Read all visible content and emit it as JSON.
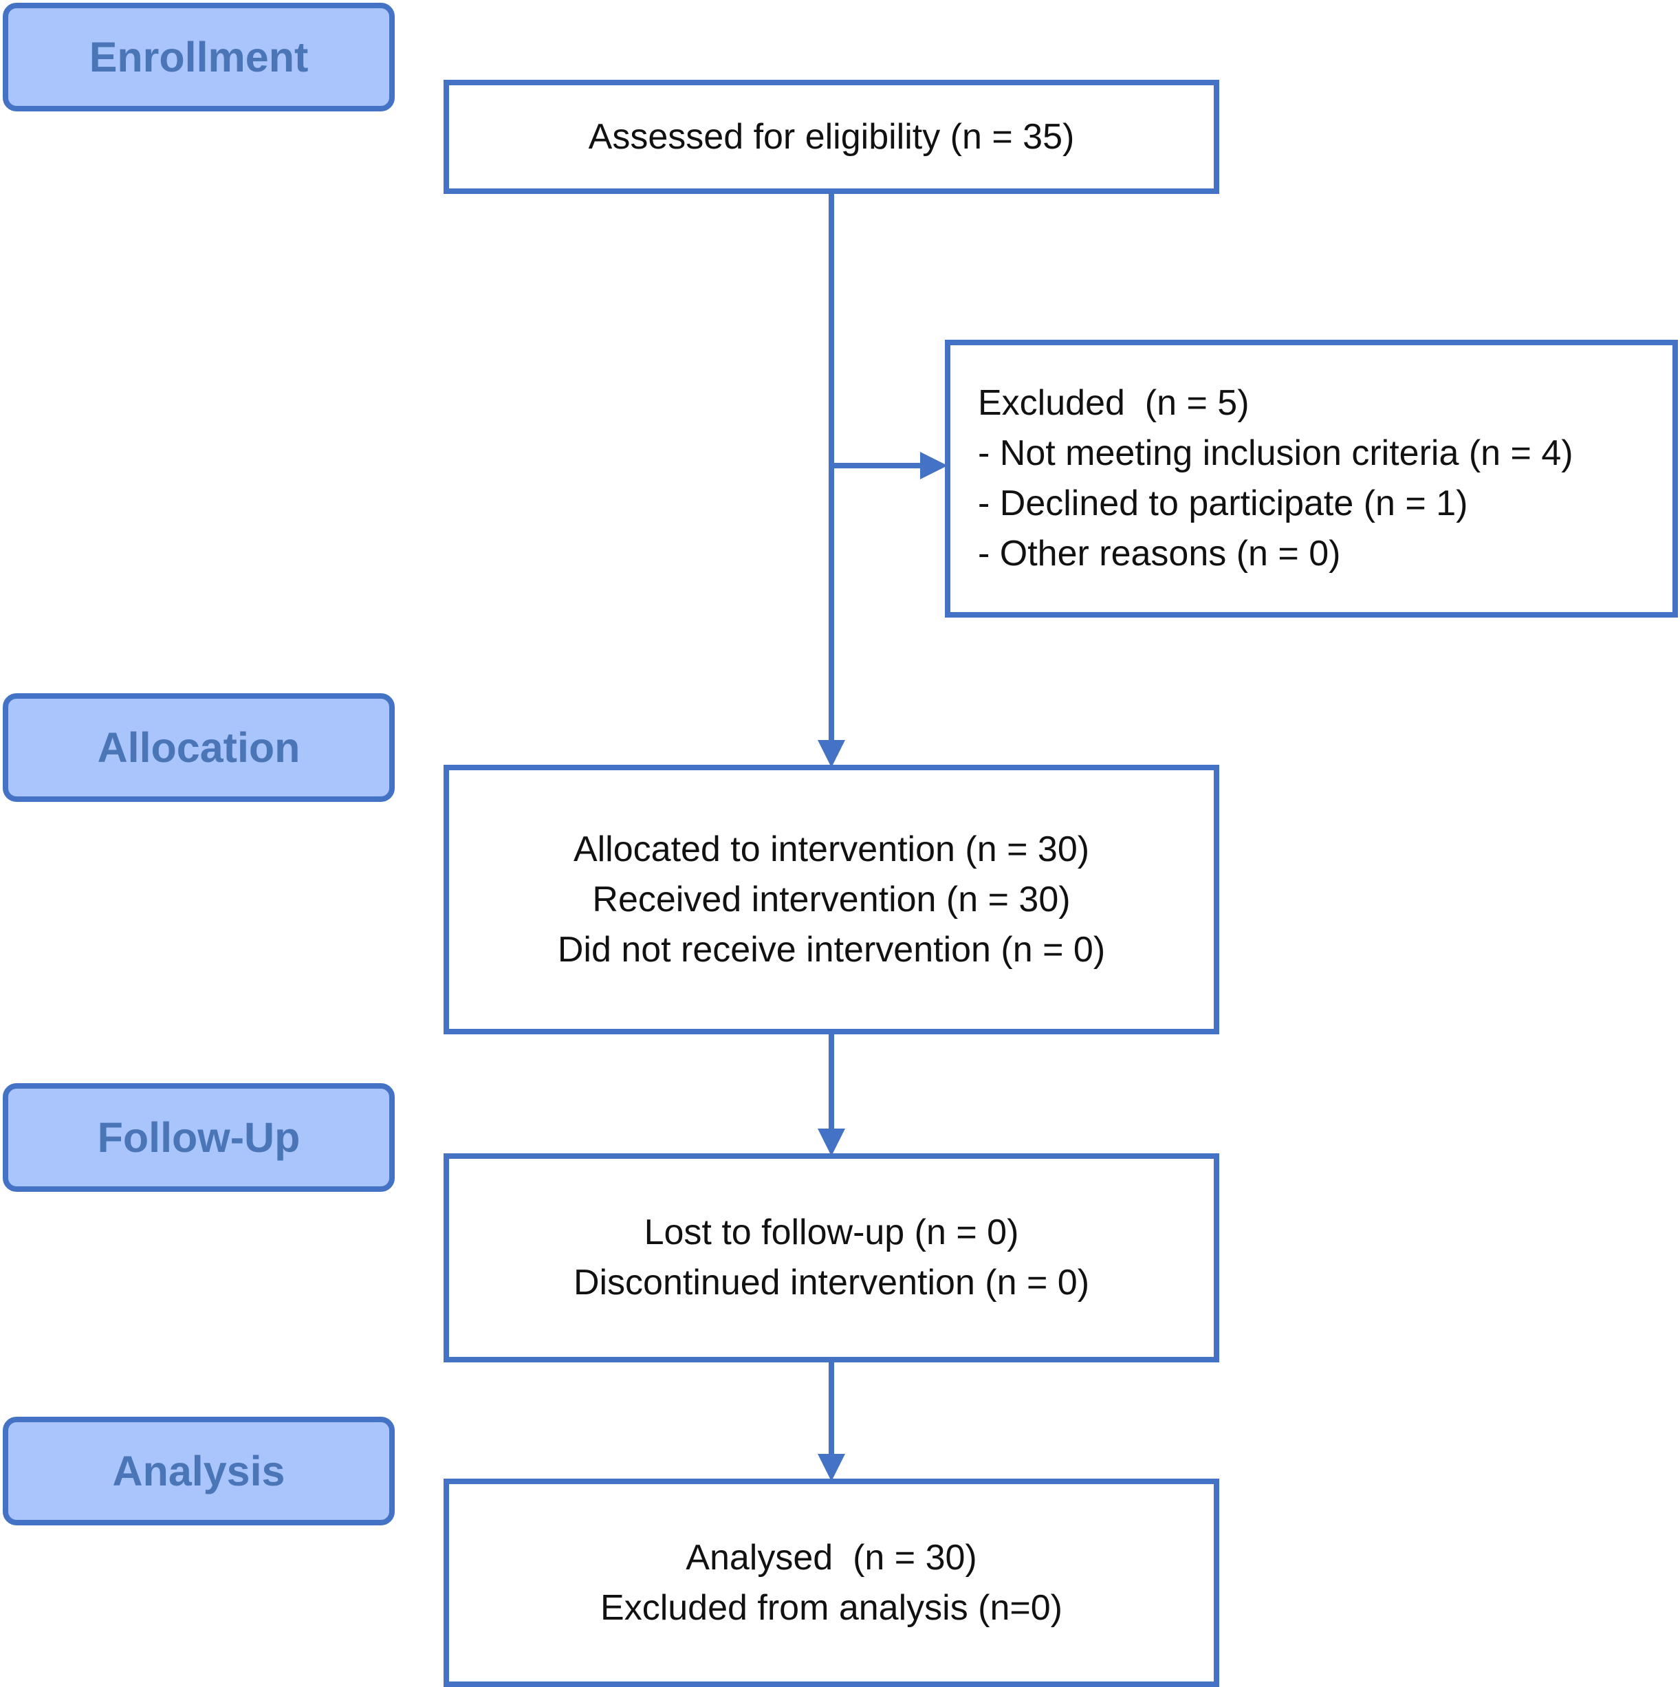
{
  "stages": {
    "enrollment": "Enrollment",
    "allocation": "Allocation",
    "follow_up": "Follow-Up",
    "analysis": "Analysis"
  },
  "boxes": {
    "assessed": [
      "Assessed for eligibility (n = 35)"
    ],
    "excluded": [
      "Excluded  (n = 5)",
      "- Not meeting inclusion criteria (n = 4)",
      "- Declined to participate (n = 1)",
      "- Other reasons (n = 0)"
    ],
    "allocated": [
      "Allocated to intervention (n = 30)",
      "Received intervention (n = 30)",
      "Did not receive intervention (n = 0)"
    ],
    "follow_up": [
      "Lost to follow-up (n = 0)",
      "Discontinued intervention (n = 0)"
    ],
    "analysed": [
      "Analysed  (n = 30)",
      "Excluded from analysis (n=0)"
    ]
  },
  "colors": {
    "stroke": "#4472c4",
    "stage_fill": "#a9c5fb",
    "stage_text": "#4a76b7"
  }
}
